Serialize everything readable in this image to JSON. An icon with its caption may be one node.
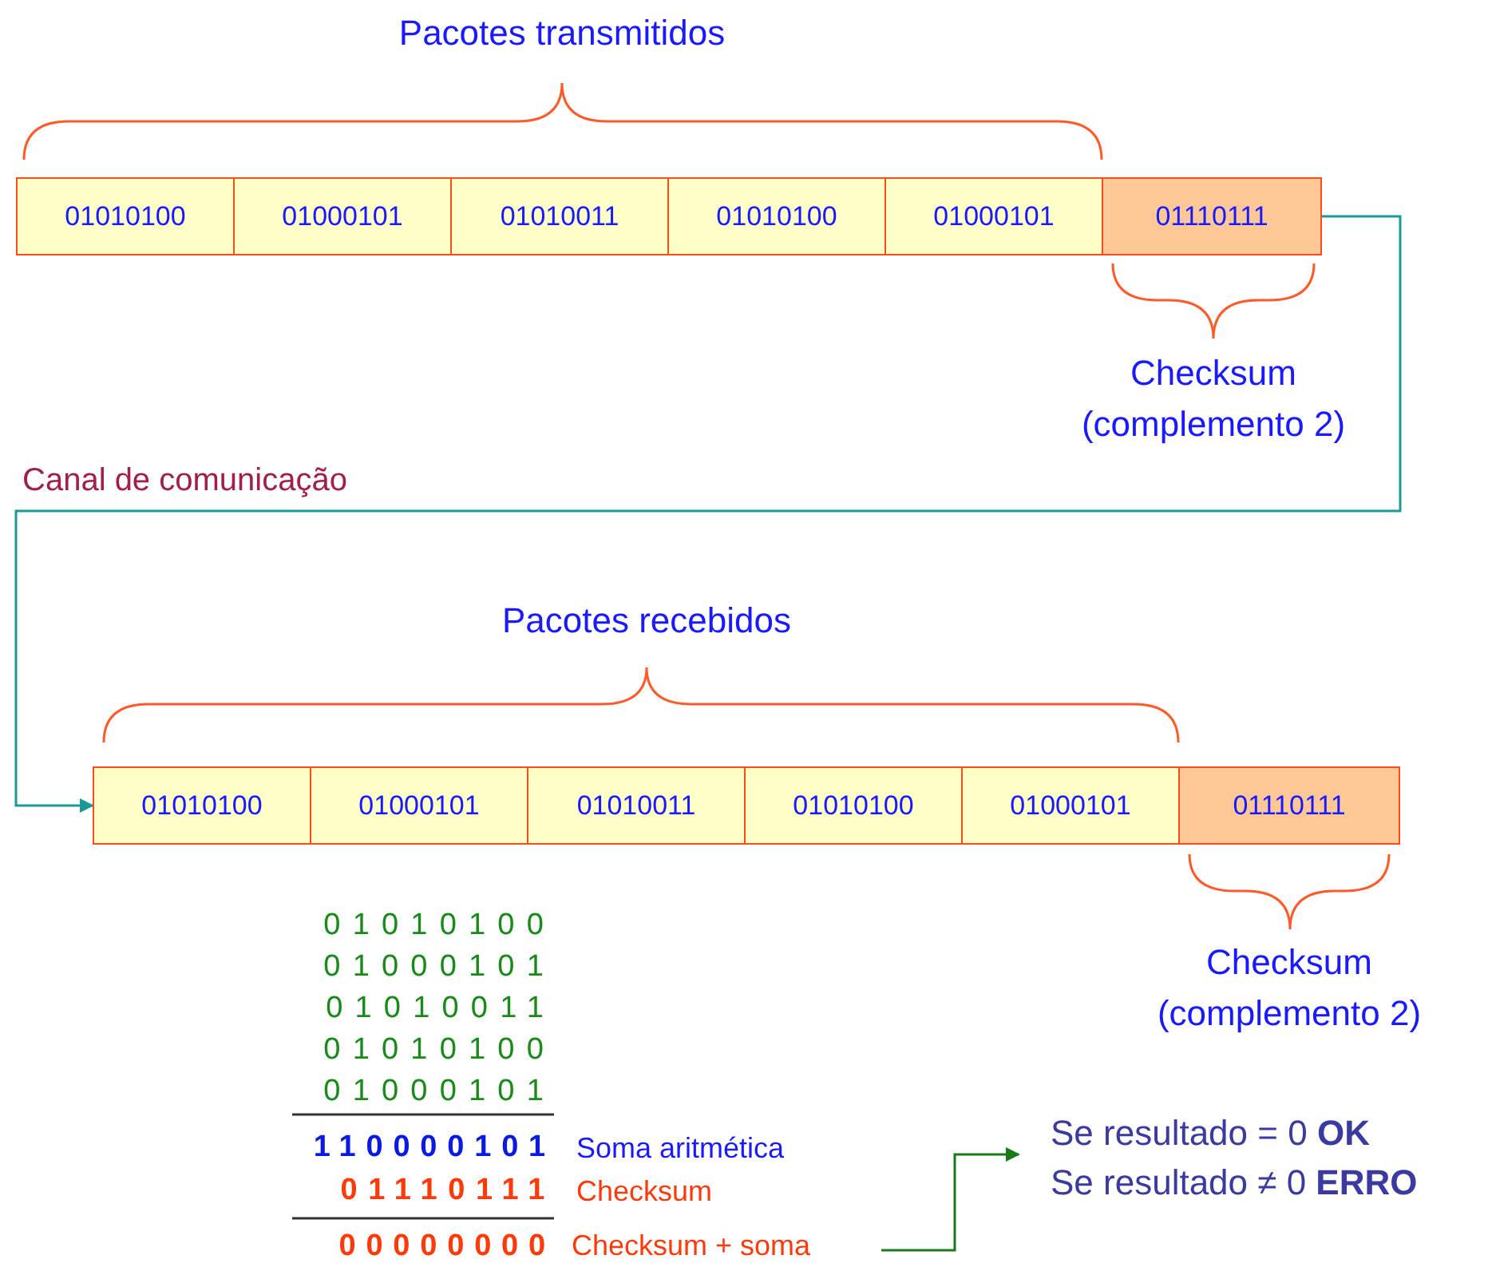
{
  "diagram": {
    "nodes": [
      {
        "text": [
          "01010100"
        ]
      },
      {
        "text": [
          "01000101"
        ]
      },
      {
        "text": [
          "01010011"
        ]
      },
      {
        "text": [
          "01010100"
        ]
      },
      {
        "text": [
          "01000101"
        ]
      },
      {
        "text": [
          "01110111"
        ],
        "beside": [
          "Checksum (complemento 2)"
        ]
      },
      {
        "text": [
          "01010100"
        ]
      },
      {
        "text": [
          "01000101"
        ]
      },
      {
        "text": [
          "01010011"
        ]
      },
      {
        "text": [
          "01010100"
        ]
      },
      {
        "text": [
          "01000101"
        ]
      },
      {
        "text": [
          "01110111"
        ],
        "beside": [
          "Checksum (complemento 2)"
        ]
      },
      {
        "text": [
          "Checksum + soma"
        ]
      },
      {
        "text": [
          "Se resultado = 0 **OK**",
          "Se resultado ≠ 0 **ERRO**"
        ]
      }
    ],
    "edges": [
      {
        "from": 5,
        "to": 6,
        "arrow": "to",
        "label": "Canal de comunicação",
        "color": "#1a9a96"
      },
      {
        "from": 12,
        "to": 13,
        "arrow": "to",
        "color": "#1a7a1a"
      }
    ],
    "labels": [
      "Pacotes transmitidos",
      "Pacotes recebidos",
      "01010100",
      "01000101",
      "01010011",
      "01010100",
      "01000101",
      "110000101",
      "Soma aritmética",
      "01110111",
      "Checksum",
      "00000000"
    ]
  }
}
